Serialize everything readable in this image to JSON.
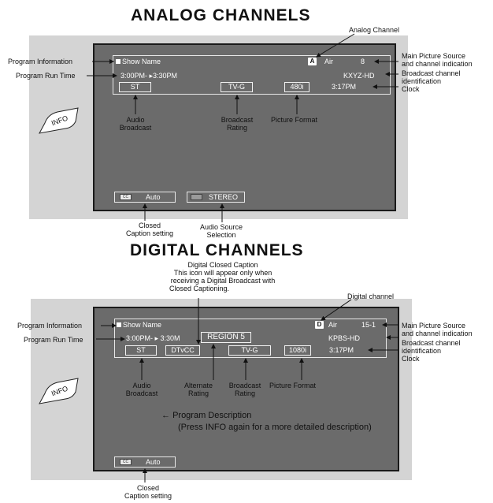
{
  "analog": {
    "title": "ANALOG CHANNELS",
    "osd": {
      "show_name": "Show Name",
      "badge": "A",
      "source": "Air",
      "channel": "8",
      "run_time": "3:00PM- ▸3:30PM",
      "station": "KXYZ-HD",
      "audio": "ST",
      "rating": "TV-G",
      "format": "480i",
      "clock": "3:17PM",
      "cc_icon": "CC",
      "cc_value": "Auto",
      "audio_source": "STEREO"
    },
    "callouts": {
      "program_information": "Program Information",
      "program_run_time": "Program Run Time",
      "analog_channel": "Analog Channel",
      "main_picture_source": "Main Picture Source",
      "channel_indication": "and channel indication",
      "broadcast_channel": "Broadcast channel",
      "identification": "identification",
      "clock": "Clock",
      "audio_broadcast": [
        "Audio",
        "Broadcast"
      ],
      "broadcast_rating": [
        "Broadcast",
        "Rating"
      ],
      "picture_format": "Picture Format",
      "closed_caption": [
        "Closed",
        "Caption setting"
      ],
      "audio_source_selection": [
        "Audio Source",
        "Selection"
      ]
    },
    "info_button": "INFO"
  },
  "digital": {
    "title": "DIGITAL  CHANNELS",
    "dcc_note": [
      "Digital Closed Caption",
      "This icon will appear only when",
      "receiving a Digital Broadcast with",
      "Closed Captioning."
    ],
    "osd": {
      "show_name": "Show Name",
      "badge": "D",
      "source": "Air",
      "channel": "15-1",
      "run_time": "3:00PM- ▸ 3:30M",
      "region": "REGION 5",
      "station": "KPBS-HD",
      "audio": "ST",
      "dtvcc": "DTvCC",
      "rating": "TV-G",
      "format": "1080i",
      "clock": "3:17PM",
      "cc_icon": "CC",
      "cc_value": "Auto"
    },
    "callouts": {
      "program_information": "Program Information",
      "program_run_time": "Program Run Time",
      "digital_channel": "Digital channel",
      "main_picture_source": "Main Picture Source",
      "channel_indication": "and channel indication",
      "broadcast_channel": "Broadcast channel",
      "identification": "identification",
      "clock": "Clock",
      "audio_broadcast": [
        "Audio",
        "Broadcast"
      ],
      "alternate_rating": [
        "Alternate",
        "Rating"
      ],
      "broadcast_rating": [
        "Broadcast",
        "Rating"
      ],
      "picture_format": "Picture Format",
      "program_description": "Program Description",
      "press_info": "(Press INFO again for a more detailed description)",
      "closed_caption": [
        "Closed",
        "Caption setting"
      ]
    },
    "info_button": "INFO"
  }
}
